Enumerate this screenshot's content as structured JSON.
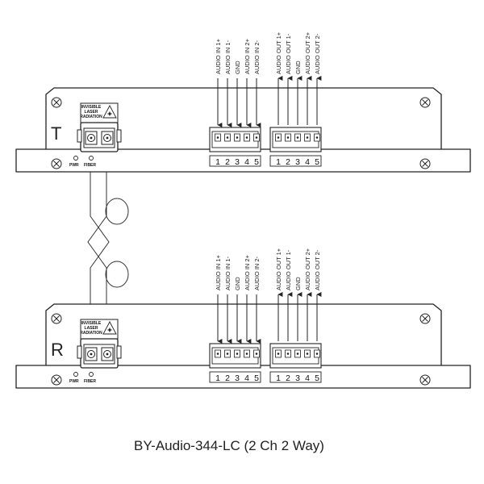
{
  "caption": "BY-Audio-344-LC (2 Ch 2 Way)",
  "units": [
    {
      "id": "transmitter",
      "letter": "T"
    },
    {
      "id": "receiver",
      "letter": "R"
    }
  ],
  "warning_label": [
    "INVISIBLE",
    "LASER",
    "RADIATION"
  ],
  "indicators": {
    "pwr": "PWR",
    "fiber": "FIBER"
  },
  "audio_in": {
    "labels": [
      "AUDIO IN 1+",
      "AUDIO IN 1-",
      "GND",
      "AUDIO IN 2+",
      "AUDIO IN 2-"
    ],
    "pins": [
      "1",
      "2",
      "3",
      "4",
      "5"
    ]
  },
  "audio_out": {
    "labels": [
      "AUDIO OUT 1+",
      "AUDIO OUT 1-",
      "GND",
      "AUDIO OUT 2+",
      "AUDIO OUT 2-"
    ],
    "pins": [
      "1",
      "2",
      "3",
      "4",
      "5"
    ]
  }
}
